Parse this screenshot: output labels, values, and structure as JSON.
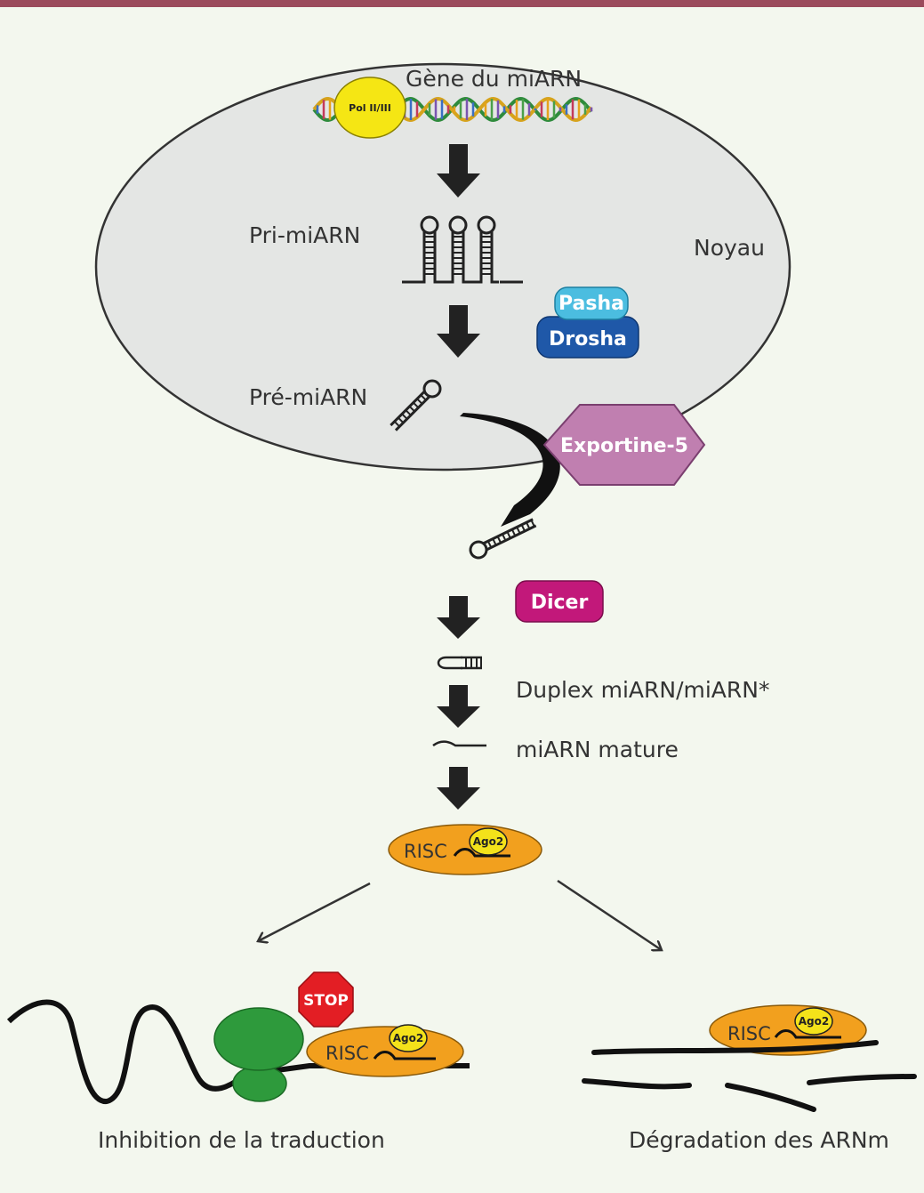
{
  "labels": {
    "gene": "Gène du miARN",
    "pol": "Pol II/III",
    "pri": "Pri-miARN",
    "nucleus": "Noyau",
    "pasha": "Pasha",
    "drosha": "Drosha",
    "pre": "Pré-miARN",
    "exportin": "Exportine-5",
    "dicer": "Dicer",
    "duplex": "Duplex miARN/miARN*",
    "mature": "miARN mature",
    "risc": "RISC",
    "ago2": "Ago2",
    "stop": "STOP",
    "inhibition": "Inhibition de la traduction",
    "degradation": "Dégradation des ARNm"
  },
  "colors": {
    "background": "#f3f7ee",
    "top_border": "#9b4b5c",
    "nucleus_fill": "#e4e6e4",
    "pol": "#f5e614",
    "pasha": "#4bbde0",
    "drosha": "#1f58a8",
    "exportin": "#c07fb0",
    "dicer": "#c2187a",
    "risc": "#f2a01e",
    "ago2": "#f4e21a",
    "stop": "#e31e24",
    "ribosome": "#2e9a3c"
  }
}
